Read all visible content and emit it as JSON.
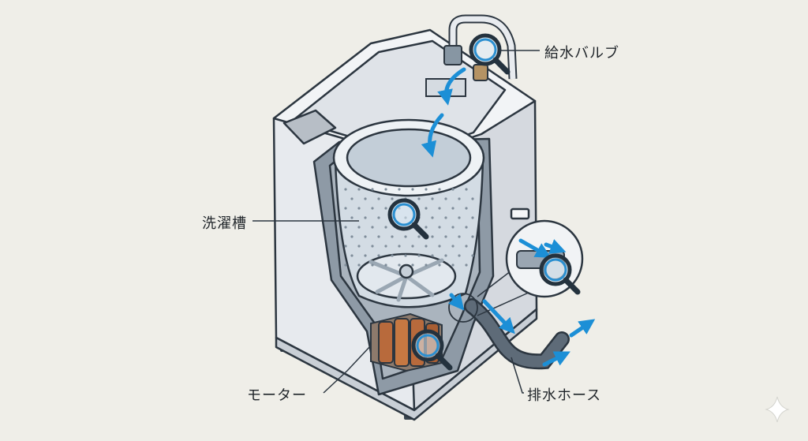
{
  "labels": {
    "water_valve": "給水バルブ",
    "wash_tub": "洗濯槽",
    "motor": "モーター",
    "drain_hose": "排水ホース"
  },
  "colors": {
    "background": "#efeee8",
    "flow_arrow": "#1c8fd6",
    "outline": "#2c3640",
    "body": "#e6e9ee",
    "inner_shadow": "#8c98a4",
    "copper": "#b86a3c"
  },
  "icons": [
    "magnifier-icon",
    "flow-arrow-icon",
    "sparkle-icon"
  ]
}
